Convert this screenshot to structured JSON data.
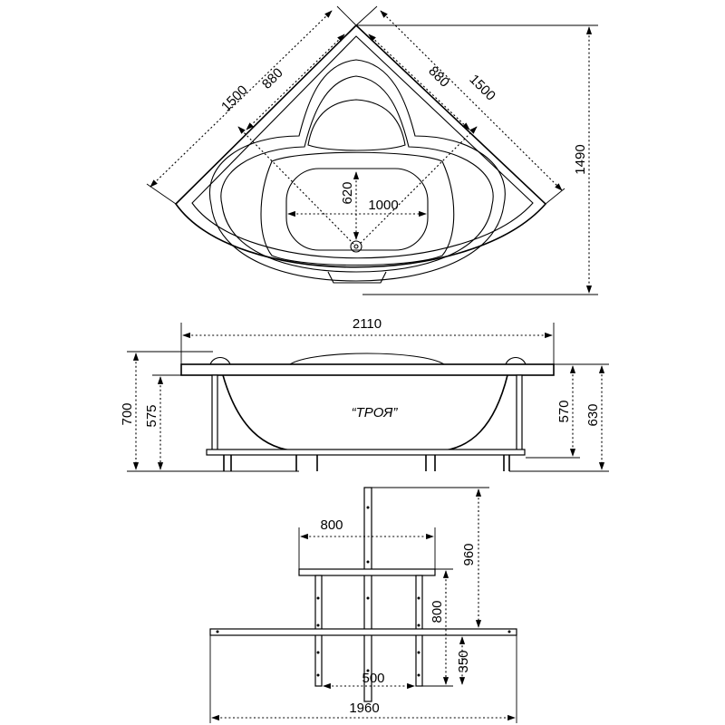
{
  "model_name": "“ТРОЯ”",
  "top_view": {
    "side_left": "1500",
    "side_right": "1500",
    "inner_left": "880",
    "inner_right": "880",
    "bowl_depth": "620",
    "bowl_width": "1000",
    "height": "1490"
  },
  "side_view": {
    "length": "2110",
    "total_height": "700",
    "leg_height": "575",
    "rim_height_right": "570",
    "total_height_right": "630"
  },
  "frame_view": {
    "cross_length": "800",
    "overall_length": "960",
    "bar_width": "1960",
    "inner_width": "500",
    "leg_spacing": "800",
    "offset": "350"
  }
}
